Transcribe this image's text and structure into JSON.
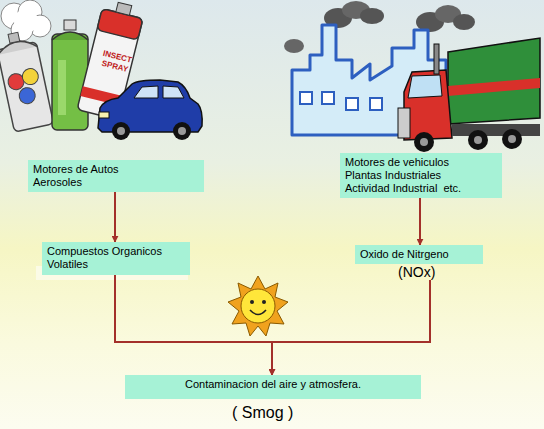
{
  "diagram": {
    "nodes": [
      {
        "text": [
          "Motores de Autos",
          "Aerosoles"
        ]
      },
      {
        "text": [
          "Motores de vehiculos",
          "Plantas Industriales",
          "Actividad Industrial  etc."
        ]
      },
      {
        "text": [
          "Compuestos Organicos Volatiles"
        ]
      },
      {
        "text": [
          "Oxido de Nitrgeno"
        ]
      },
      {
        "text": [
          "Contaminacion del aire y atmosfera."
        ]
      }
    ],
    "edges": [
      {
        "from": 0,
        "to": 2,
        "arrow": "to"
      },
      {
        "from": 1,
        "to": 3,
        "arrow": "to"
      },
      {
        "from": 2,
        "to": 4,
        "arrow": "to"
      },
      {
        "from": 3,
        "to": 4,
        "arrow": "to"
      }
    ],
    "labels": [
      "INSECT SPRAY",
      "(NOx)",
      "( Smog )"
    ]
  }
}
